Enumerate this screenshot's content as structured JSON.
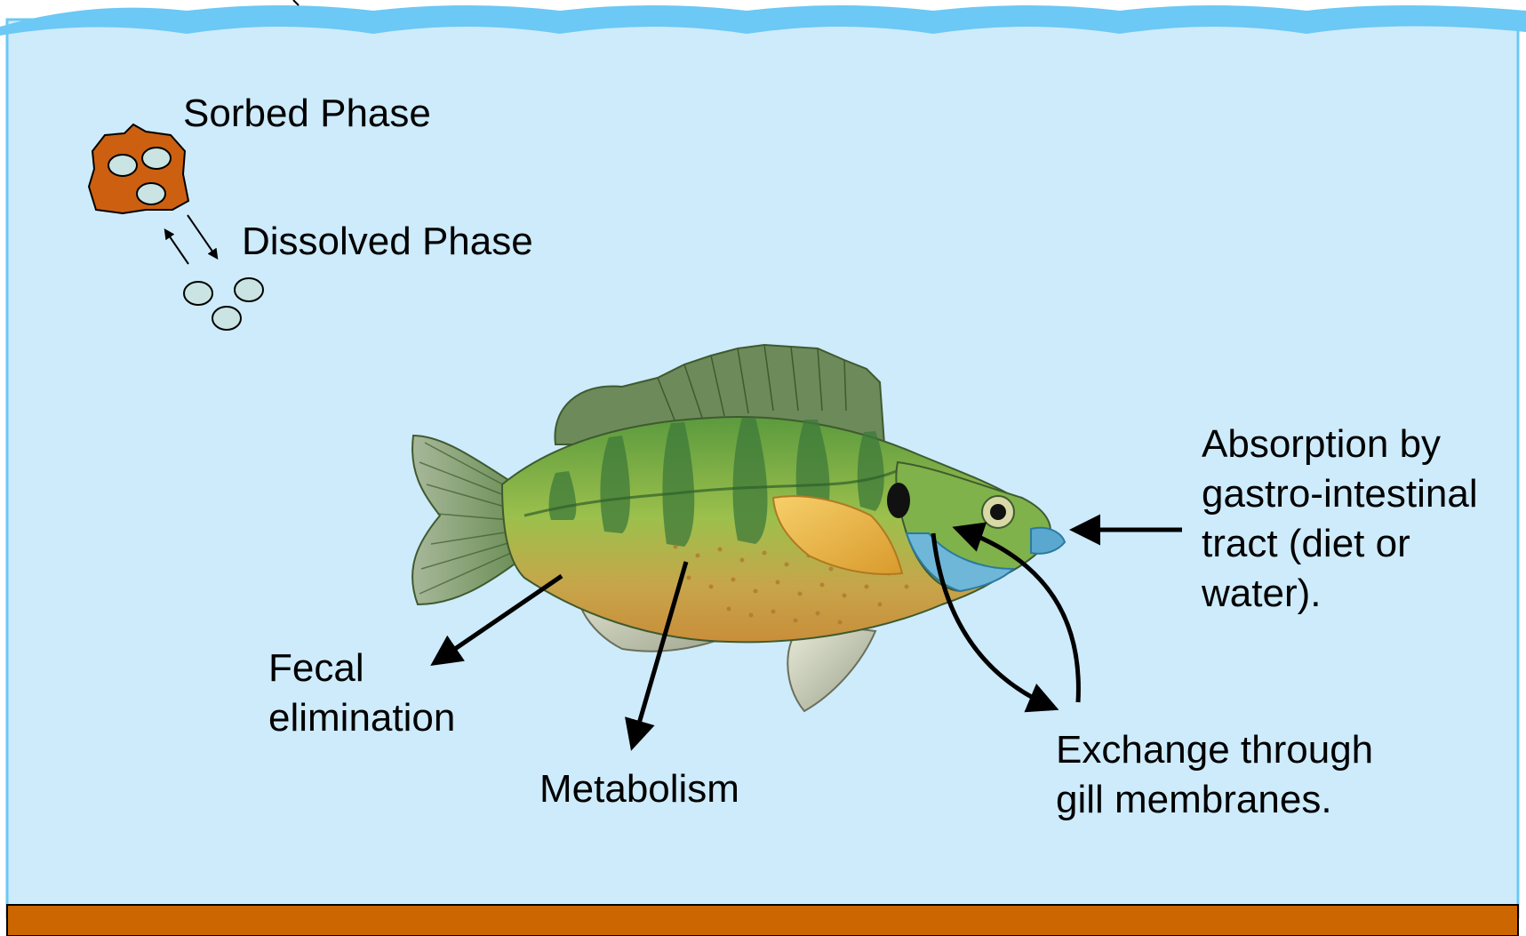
{
  "labels": {
    "sorbed_phase": "Sorbed Phase",
    "dissolved_phase": "Dissolved Phase",
    "absorption": [
      "Absorption by",
      "gastro-intestinal",
      "tract (diet or",
      "water)."
    ],
    "fecal": [
      "Fecal",
      "elimination"
    ],
    "metabolism": "Metabolism",
    "gill_exchange": [
      "Exchange through",
      "gill membranes."
    ]
  },
  "colors": {
    "water": "#cdebfb",
    "wave": "#6cc8f4",
    "sediment": "#cc6600",
    "particle": "#cc6010",
    "molecule": "#c9e4e2",
    "arrow": "#000000"
  }
}
